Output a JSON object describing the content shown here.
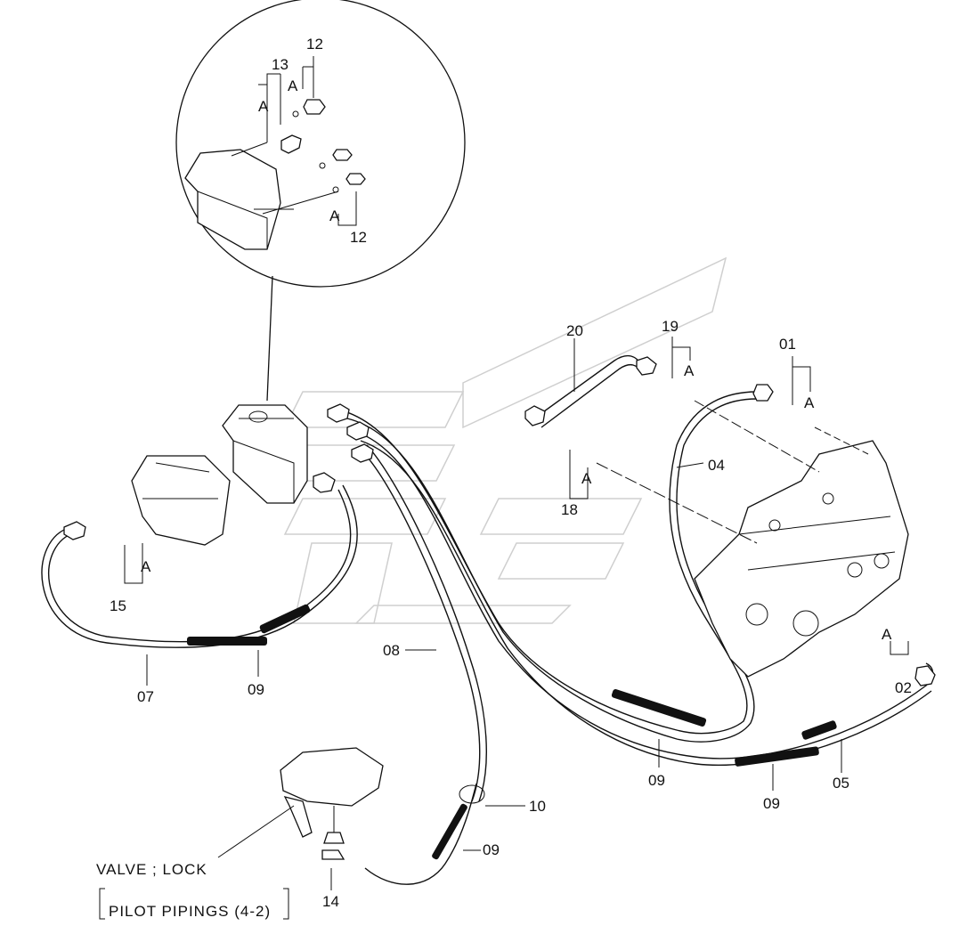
{
  "labels": {
    "p01": "01",
    "p02": "02",
    "p04": "04",
    "p05": "05",
    "p07": "07",
    "p08": "08",
    "p09a": "09",
    "p09b": "09",
    "p09c": "09",
    "p09d": "09",
    "p10": "10",
    "p12a": "12",
    "p12b": "12",
    "p13": "13",
    "p14": "14",
    "p15": "15",
    "p18": "18",
    "p19": "19",
    "p20": "20",
    "a": "A"
  },
  "caption": {
    "valve": "VALVE ; LOCK",
    "pilot": "PILOT  PIPINGS (4-2)"
  }
}
